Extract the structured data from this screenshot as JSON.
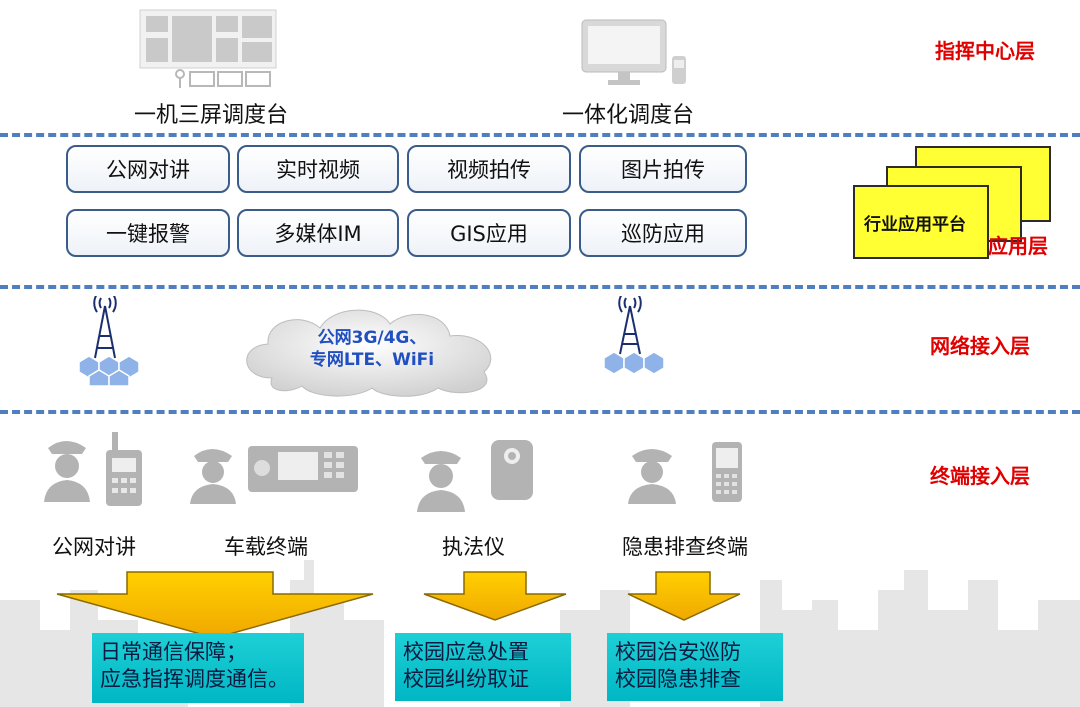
{
  "layers": {
    "command": "指挥中心层",
    "application": "应用层",
    "network": "网络接入层",
    "terminal": "终端接入层"
  },
  "command_center": {
    "left_label": "一机三屏调度台",
    "right_label": "一体化调度台"
  },
  "apps": [
    {
      "label": "公网对讲"
    },
    {
      "label": "实时视频"
    },
    {
      "label": "视频拍传"
    },
    {
      "label": "图片拍传"
    },
    {
      "label": "一键报警"
    },
    {
      "label": "多媒体IM"
    },
    {
      "label": "GIS应用"
    },
    {
      "label": "巡防应用"
    }
  ],
  "platform_label": "行业应用平台",
  "network": {
    "cloud_line1": "公网3G/4G、",
    "cloud_line2": "专网LTE、WiFi"
  },
  "terminals": {
    "t1": "公网对讲",
    "t2": "车载终端",
    "t3": "执法仪",
    "t4": "隐患排查终端"
  },
  "results": {
    "r1": [
      "日常通信保障；",
      "应急指挥调度通信。"
    ],
    "r2": [
      "校园应急处置",
      "校园纠纷取证"
    ],
    "r3": [
      "校园治安巡防",
      "校园隐患排查"
    ]
  },
  "colors": {
    "layer_label": "#e00000",
    "dashed_line": "#4f7fc0",
    "arrow": "#f5b400",
    "result_box": "#00c1cc",
    "platform": "#ffff33",
    "cloud_text": "#1f4fc0"
  }
}
